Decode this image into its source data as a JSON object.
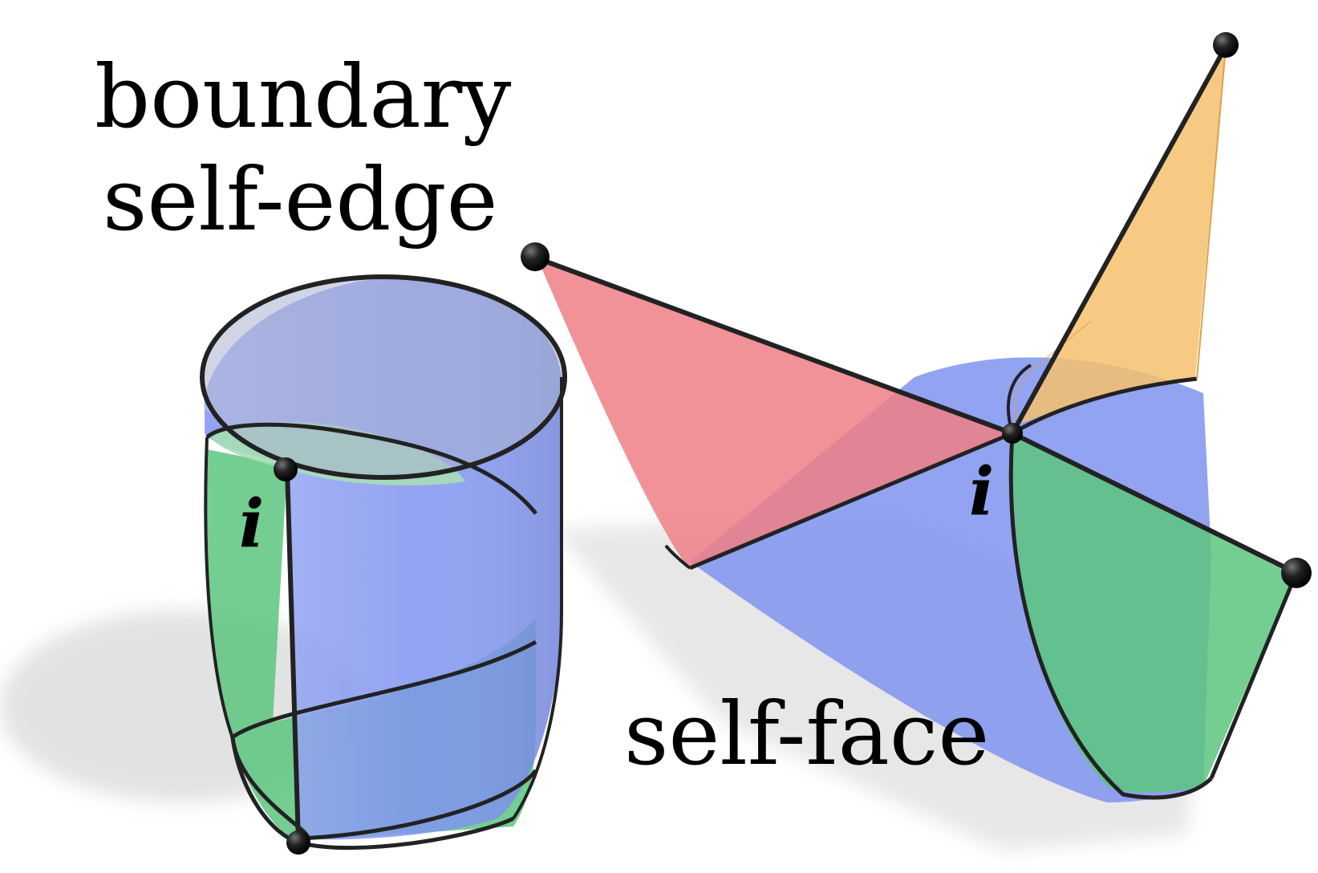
{
  "labels": {
    "boundary_self_edge": [
      "boundary",
      "self-edge"
    ],
    "self_face": "self-face",
    "vertex_left": "i",
    "vertex_right": "i"
  },
  "colors": {
    "blue": "#7f93f0",
    "green": "#5cc57e",
    "red": "#ee7f86",
    "yellow": "#f5c16c",
    "edge": "#222222",
    "shadow": "#d9d9d9"
  }
}
